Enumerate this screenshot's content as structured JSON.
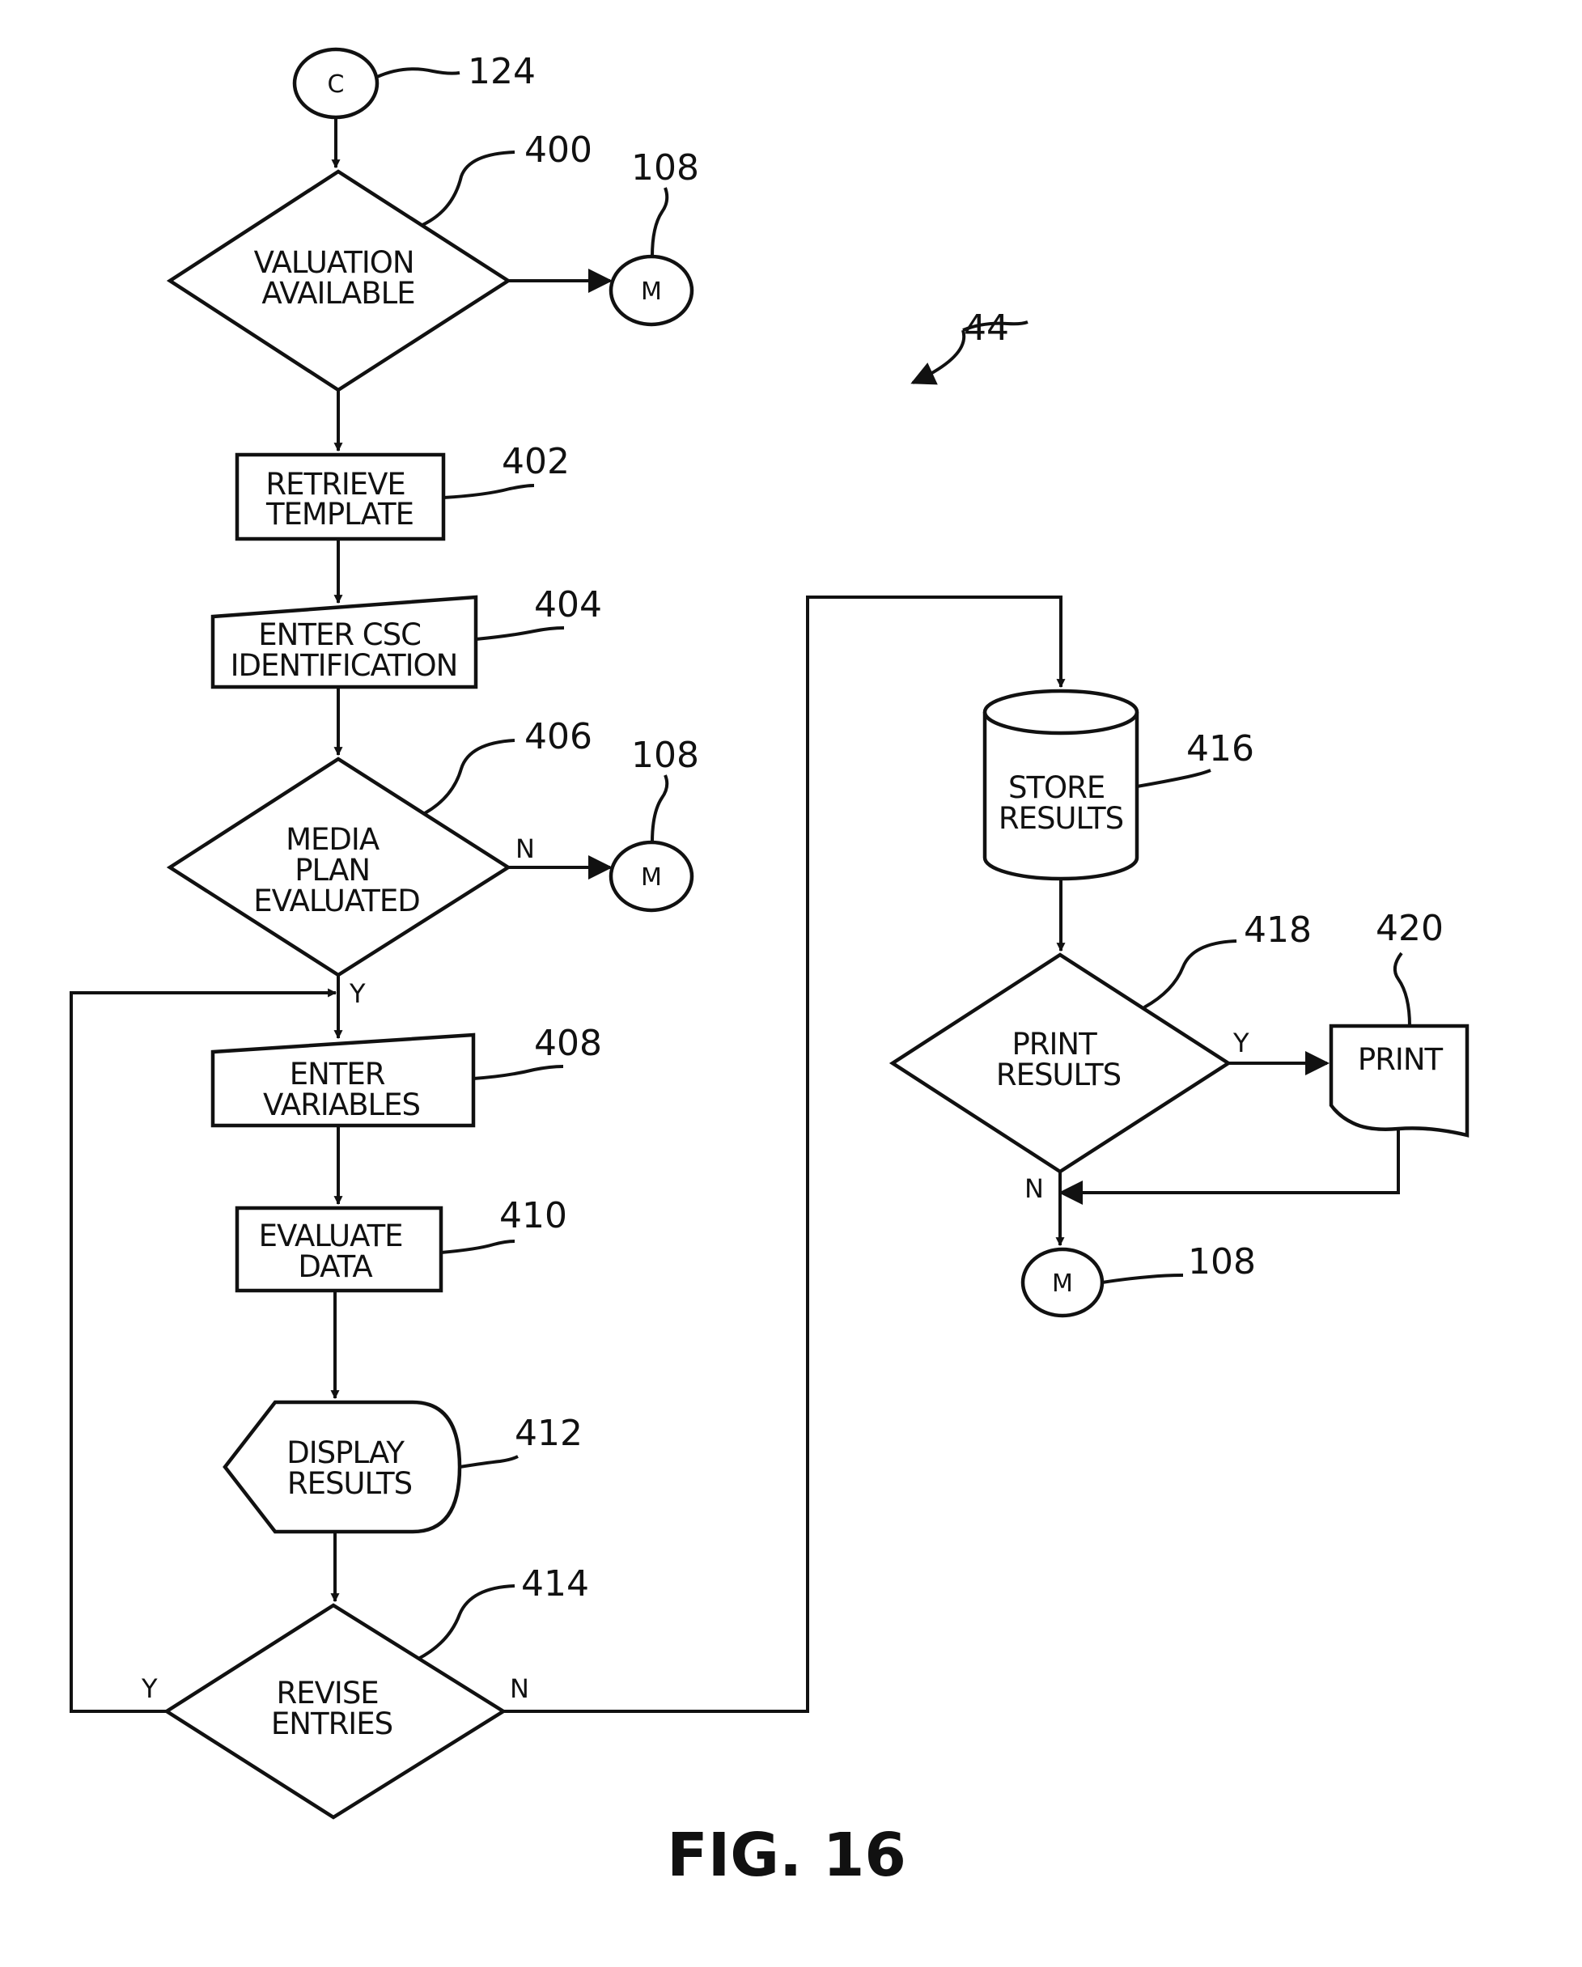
{
  "connectors": {
    "start": "C",
    "m1": "M",
    "m2": "M",
    "m3": "M"
  },
  "steps": {
    "s400": [
      "VALUATION",
      "AVAILABLE"
    ],
    "s402": [
      "RETRIEVE",
      "TEMPLATE"
    ],
    "s404": [
      "ENTER  CSC",
      "IDENTIFICATION"
    ],
    "s406": [
      "MEDIA",
      "PLAN",
      "EVALUATED"
    ],
    "s408": [
      "ENTER",
      "VARIABLES"
    ],
    "s410": [
      "EVALUATE",
      "DATA"
    ],
    "s412": [
      "DISPLAY",
      "RESULTS"
    ],
    "s414": [
      "REVISE",
      "ENTRIES"
    ],
    "s416": [
      "STORE",
      "RESULTS"
    ],
    "s418": [
      "PRINT",
      "RESULTS"
    ],
    "s420": [
      "PRINT"
    ]
  },
  "refs": {
    "r124": "124",
    "r400": "400",
    "r108a": "108",
    "r44": "44",
    "r402": "402",
    "r404": "404",
    "r406": "406",
    "r108b": "108",
    "r408": "408",
    "r410": "410",
    "r412": "412",
    "r414": "414",
    "r416": "416",
    "r418": "418",
    "r420": "420",
    "r108c": "108"
  },
  "branch_labels": {
    "n406": "N",
    "y406": "Y",
    "y414": "Y",
    "n414": "N",
    "y418": "Y",
    "n418": "N"
  },
  "figure_caption": "FIG. 16"
}
